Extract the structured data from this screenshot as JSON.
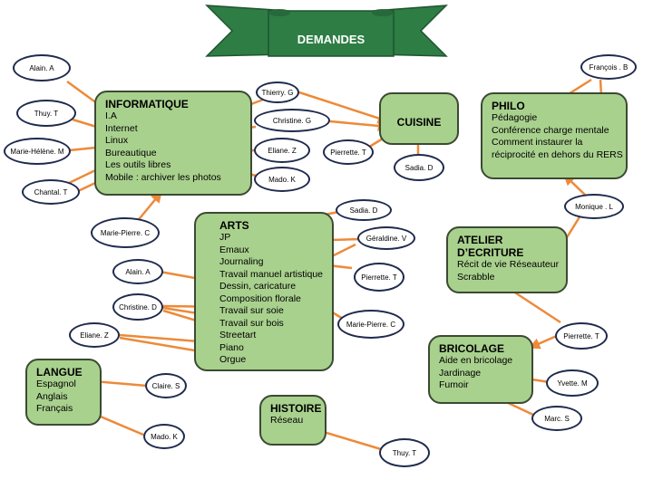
{
  "title": "DEMANDES",
  "colors": {
    "box_fill": "#a9d18e",
    "box_border": "#3b4a33",
    "arrow": "#ed8a3a",
    "banner": "#2e7d44",
    "ellipse_border": "#1f2a4d"
  },
  "categories": {
    "informatique": {
      "title": "INFORMATIQUE",
      "items": [
        "I.A",
        "Internet",
        "Linux",
        "Bureautique",
        "Les outils libres",
        "Mobile : archiver les photos"
      ]
    },
    "cuisine": {
      "title": "CUISINE",
      "items": []
    },
    "philo": {
      "title": "PHILO",
      "items": [
        "Pédagogie",
        "Conférence charge mentale",
        "Comment instaurer la",
        "réciprocité en dehors du RERS"
      ]
    },
    "arts": {
      "title": "ARTS",
      "items": [
        "JP",
        "Emaux",
        "Journaling",
        "Travail manuel artistique",
        "Dessin, caricature",
        "Composition florale",
        "Travail sur soie",
        "Travail sur bois",
        "Streetart",
        "Piano",
        "Orgue"
      ]
    },
    "atelier": {
      "title": "ATELIER D’ECRITURE",
      "items": [
        "Récit de vie Réseauteur",
        "Scrabble"
      ]
    },
    "bricolage": {
      "title": "BRICOLAGE",
      "items": [
        "Aide en bricolage",
        "Jardinage",
        "Fumoir"
      ]
    },
    "langue": {
      "title": "LANGUE",
      "items": [
        "Espagnol",
        "Anglais",
        "Français"
      ]
    },
    "histoire": {
      "title": "HISTOIRE",
      "items": [
        "Réseau"
      ]
    }
  },
  "people": {
    "alain_a_1": "Alain. A",
    "thuy_t_1": "Thuy. T",
    "marie_helene_m": "Marie-Hélène. M",
    "chantal_t": "Chantal. T",
    "marie_pierre_c_1": "Marie-Pierre. C",
    "thierry_g": "Thierry. G",
    "christine_g": "Christine. G",
    "eliane_z_1": "Eliane. Z",
    "mado_k_1": "Mado. K",
    "pierrette_t_1": "Pierrette. T",
    "sadia_d_1": "Sadia. D",
    "francois_b": "François . B",
    "monique_l": "Monique . L",
    "sadia_d_2": "Sadia. D",
    "geraldine_v": "Géraldine. V",
    "pierrette_t_2": "Pierrette. T",
    "alain_a_2": "Alain. A",
    "christine_d": "Christine. D",
    "marie_pierre_c_2": "Marie-Pierre. C",
    "eliane_z_2": "Eliane. Z",
    "pierrette_t_3": "Pierrette. T",
    "yvette_m": "Yvette. M",
    "marc_s": "Marc. S",
    "claire_s": "Claire. S",
    "mado_k_2": "Mado. K",
    "thuy_t_2": "Thuy. T"
  }
}
